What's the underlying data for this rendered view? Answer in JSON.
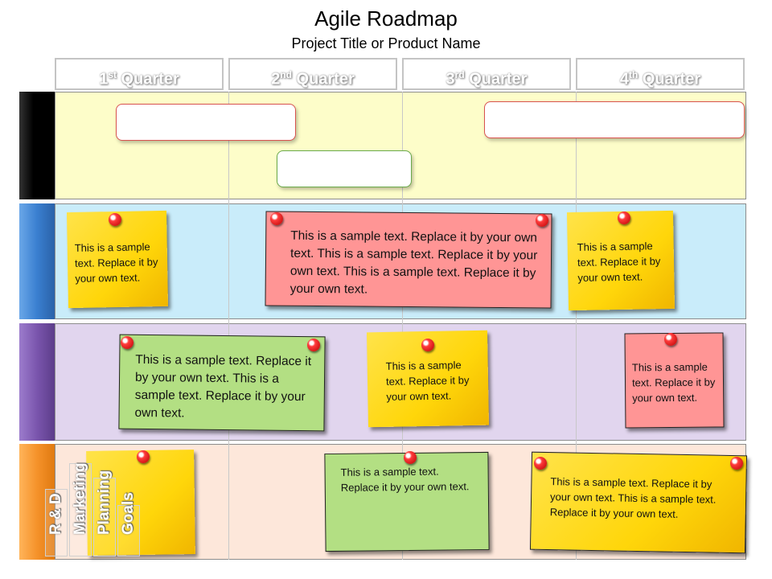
{
  "header": {
    "title": "Agile Roadmap",
    "subtitle": "Project Title or Product Name"
  },
  "quarters": [
    {
      "num": "1",
      "sup": "st",
      "word": "Quarter"
    },
    {
      "num": "2",
      "sup": "nd",
      "word": "Quarter"
    },
    {
      "num": "3",
      "sup": "rd",
      "word": "Quarter"
    },
    {
      "num": "4",
      "sup": "th",
      "word": "Quarter"
    }
  ],
  "colors": {
    "row1": "#fdfdc9",
    "row2": "#c9ecfa",
    "row3": "#e1d5ee",
    "row4": "#fde7da",
    "tab1": "#000000",
    "tab2": "#3a7fd0",
    "tab3": "#7a55ad",
    "tab4": "#f5922a"
  },
  "notes": {
    "n1": "This is a sample text. Replace it by your own text.",
    "n2": "This is a sample text. Replace it by your own text. This is a sample text. Replace it by your own text. This is a sample text. Replace it by your own text.",
    "n3": "This is a sample text. Replace it by your own text.",
    "n4": "This is a sample text. Replace it by your own text. This is a sample text. Replace it by your own text.",
    "n5": "This is a sample text. Replace it by your own text.",
    "n6": "This is a sample text. Replace it by your own text.",
    "n7": "This is a sample text. Replace it by your own text.",
    "n8": "This is a sample text. Replace it by your own text. This is a sample text. Replace it by your own text."
  },
  "row_labels": [
    "R & D",
    "Marketing",
    "Planning",
    "Goals"
  ]
}
